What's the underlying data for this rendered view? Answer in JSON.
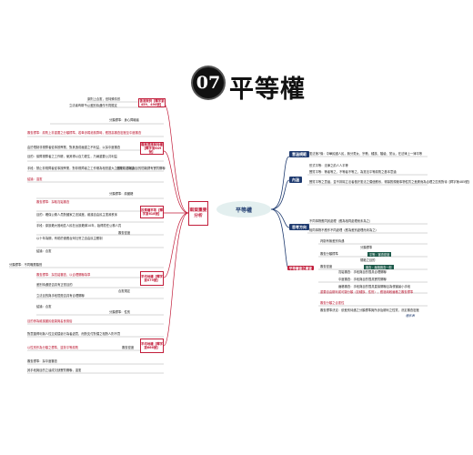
{
  "title": {
    "number": "07",
    "text": "平等權"
  },
  "center": "平等權",
  "left_topic": "兩案重要分析",
  "left": {
    "cat1": {
      "label": "香港案例【釋字第459、490號】",
      "items": [
        "原則上合憲，但特殊情形",
        "立法者有權予以差別待遇作不同規定"
      ]
    },
    "cat2": {
      "label": "職業選擇與特權【釋字第649號】",
      "header": "分類標準：身心障礙者",
      "items": [
        "審查標準：原則上非重要之分類標準，若牽涉弱勢族群時，應提高審查密度至中度審查",
        "由於限制非視障者從事按摩業，對其造成嚴重之不利益，以採中度審查",
        "目的：保障視障者之工作權，使其得以自力更生，乃屬重要公共利益",
        "手段：禁止非視障者從事按摩業，對非視障者之工作權為相當重大之限制，手段與目的間難謂有實質關聯",
        "結論：違憲"
      ],
      "sub": "合憲規定與否"
    },
    "cat3": {
      "label": "投票權平等【釋字第618號】",
      "header": "分類標準：原國籍",
      "items": [
        "審查標準：採取寬鬆審查",
        "目的：確保公務人員對國家之忠誠度，維護自由民主憲政秩序",
        "手段：原設籍大陸地區人民在台設籍滿10年，始得擔任公務人員",
        "以十年為期，有助於適應台灣社會之自由民主體制",
        "結論：合憲"
      ],
      "sub": "審查密度"
    },
    "cat4": {
      "label": "平均地權【釋字第579號】",
      "header": "分類標準：不同職業類別",
      "items": [
        "審查標準：採寬鬆審查，以合理關聯為準",
        "差別待遇是否具有正當目的",
        "立法目的與手段間是否具有合理關聯",
        "結論：合憲"
      ],
      "sub": "合憲規定"
    },
    "cat5": {
      "label": "平均地權【釋字第666號】",
      "header": "分類標準：性別",
      "items": [
        "目的係為維護國民健康與善良風俗",
        "對意圖得利與人性交或猥褻行為者處罰，而對支付對價之相對人則不罰",
        "以性別作為分類之標準，違背平等原則",
        "審查標準：採中度審查",
        "其手段與目的之達成欠缺實質關聯，違憲"
      ],
      "sub": "審查密度"
    }
  },
  "right": {
    "meaning": {
      "label": "意涵規範",
      "items": [
        "憲法第7條：中華民國人民，無分男女、宗教、種族、階級、黨派，在法律上一律平等"
      ]
    },
    "scope": {
      "label": "內涵",
      "items": [
        "形式平等：法律之前人人平等",
        "實質平等：等者等之，不等者不等之，為憲法平等原則之基本意涵",
        "實質平等之意涵，並不排除立法者基於憲法之價值體系，得斟酌規範事物性質之差異而為合理之區別對待【釋字第485號】"
      ]
    },
    "thinking": {
      "label": "思考方向",
      "items": [
        "不同事物應同其處理（應為相同處理而未為之）",
        "相同事物不應作不同處理（應為差別處理而未為之）"
      ]
    },
    "review": {
      "label": "平等審查之審查",
      "items": [
        "判斷有無差別待遇",
        "審查分類標準",
        "分類標準",
        "規範之目的",
        "審查密度",
        "審查分類之合憲性",
        "寬鬆審查：手段與目的間具合理關聯",
        "中度審查：手段與目的間具實質關聯",
        "嚴格審查：手段與目的間具直接關聯且為侵害最小手段",
        "重要自由權利或可疑分類（如種族、性別），應適用較嚴格之審查標準",
        "審查標準決定：依差別待遇之分類標準與所涉及權利之性質，決定審查密度"
      ],
      "badge1": "平等：審查密度",
      "badge2": "審查：嚴格審查一般"
    }
  },
  "note": "體系表"
}
